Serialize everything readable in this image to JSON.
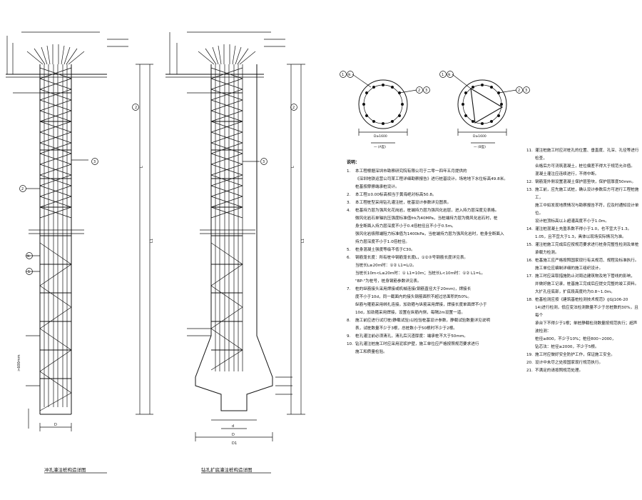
{
  "drawings": {
    "pile_a_caption": "冲孔灌注桩构造详图",
    "pile_b_caption": "钻孔扩底灌注桩构造详图",
    "labels": {
      "dim_d": "D",
      "dim_d1": "D1",
      "dim_d_small": "d",
      "tag_1": "1",
      "tag_2": "2",
      "tag_3": "3",
      "tag_n": "N",
      "tag_1n": "1N",
      "len_L": "L",
      "len_L1": "L1",
      "extend_bottom": ">600mm",
      "section_a_dim": "D≥1600",
      "section_b_dim": "D≥1600",
      "section_a_tag": "一 (A型)",
      "section_b_tag": "一 (B型)"
    }
  },
  "notes_left": {
    "title": "说明：",
    "items": [
      {
        "n": "1.",
        "t": "本工程根据深圳市勘察研究院有限公司于二零一四年五月提供的"
      },
      {
        "n": "",
        "t": "《深圳地铁运营公司某工程详细勘察报告》进行桩基设计。场地地下水位标高49.8米。"
      },
      {
        "n": "",
        "t": "桩基按摩擦端承桩设计。"
      },
      {
        "n": "2.",
        "t": "本工程±0.00标高相当于黄海绝对标高50.8。"
      },
      {
        "n": "3.",
        "t": "本工程桩型采用钻孔灌注桩，桩基设计参数详见图表。"
      },
      {
        "n": "4.",
        "t": "桩基持力层为强风化花岗岩，桩端持力层为强风化岩层，进入持力层深度见表格。"
      },
      {
        "n": "",
        "t": "微风化岩石单轴抗压强度标准值frk为40MPa，当桩端持力层为微风化岩石时，桩"
      },
      {
        "n": "",
        "t": "身全断面入持力层深度不小于0.4倍桩径且不小于0.5m。"
      },
      {
        "n": "",
        "t": "强风化岩极限端阻力标准值为1400kPa，当桩端持力层为强风化岩时，桩身全断面入"
      },
      {
        "n": "",
        "t": "持力层深度不小于1.0倍桩径。"
      },
      {
        "n": "5.",
        "t": "桩身混凝土强度等级不低于C30。"
      },
      {
        "n": "6.",
        "t": "钢筋笼长度：所有桩中钢筋笼长度L，①②③号钢筋长度详见表。"
      },
      {
        "n": "",
        "t": "当桩长L≥20m时：①② L1=L/2。"
      },
      {
        "n": "",
        "t": "当桩长10m<L≤20m时：① L1=10m；当桩长L<10m时：①② L1=L。"
      },
      {
        "n": "",
        "t": "\"BP-\"为桩号，桩身钢筋参数详见表。"
      },
      {
        "n": "7.",
        "t": "桩的纵筋接头采用焊接或机械连接(钢筋直径大于20mm)，焊接长"
      },
      {
        "n": "",
        "t": "度不小于10d，同一截面内的接头钢筋面积不超过总面积的50%。"
      },
      {
        "n": "",
        "t": "纵筋与箍筋采用绑扎连接，加劲箍与纵筋采用焊接，焊接长度单面焊不小于"
      },
      {
        "n": "",
        "t": "10d，加劲箍采用焊接，设置在纵筋内侧，每隔2m设置一道。"
      },
      {
        "n": "8.",
        "t": "施工前应进行试打桩(静载试验)以检验桩基设计参数，静载试验数量详见说明"
      },
      {
        "n": "",
        "t": "表，试桩数量不少于3根，总桩数小于50根时不少于2根。"
      },
      {
        "n": "9.",
        "t": "桩孔灌注前必须清孔，清孔后沉渣厚度：端承桩不大于50mm。"
      },
      {
        "n": "10.",
        "t": "钻孔灌注桩施工时应采用泥浆护壁，施工单位应严格按照规范要求进行"
      },
      {
        "n": "",
        "t": "施工和质量检验。"
      }
    ]
  },
  "notes_right": {
    "items": [
      {
        "n": "11.",
        "t": "灌注桩施工时应对桩孔的位置、垂直度、孔深、孔径等进行检查，"
      },
      {
        "n": "",
        "t": "合格后方可浇筑混凝土，桩位偏差不得大于规范允许值。"
      },
      {
        "n": "",
        "t": "混凝土灌注应连续进行，不得中断。"
      },
      {
        "n": "12.",
        "t": "钢筋笼外侧设置混凝土保护层垫块，保护层厚度50mm。"
      },
      {
        "n": "13.",
        "t": "施工前，应先施工试桩，确认设计参数后方可进行工程桩施工，"
      },
      {
        "n": "",
        "t": "施工中如发现地质情况与勘察报告不符，应及时通知设计单位。"
      },
      {
        "n": "",
        "t": "设计桩顶标高以上超灌高度不小于1.0m。"
      },
      {
        "n": "14.",
        "t": "灌注桩混凝土充盈系数不得小于1.0，也不宜大于1.3。"
      },
      {
        "n": "",
        "t": "1.05，且不宜大于1.3，具体以现场实际情况为准。"
      },
      {
        "n": "15.",
        "t": "灌注桩施工完成后应按规范要求进行桩身完整性检测及单桩承载力检测。"
      },
      {
        "n": "16.",
        "t": "桩基施工应严格按照国家现行有关规范、规程及标准执行。"
      },
      {
        "n": "",
        "t": "施工单位应编制详细的施工组织设计。"
      },
      {
        "n": "17.",
        "t": "施工时应采取措施防止对周边建筑物及地下管线的影响，"
      },
      {
        "n": "",
        "t": "并做好施工记录，桩基施工完成后应提交完整的竣工资料。"
      },
      {
        "n": "",
        "t": "大扩孔径底部，扩底段高度约为0.8~1.0m。"
      },
      {
        "n": "18.",
        "t": "桩基检测应按《建筑基桩检测技术规范》(JGJ106-20"
      },
      {
        "n": "",
        "t": "14)进行检测，低应变法检测数量不少于总桩数的30%，且每个"
      },
      {
        "n": "",
        "t": "承台下不得少于1根；单桩静载检测数量按规范执行；超声波检测："
      },
      {
        "n": "",
        "t": "桩径≥800，不少于10%；桩径800~2000，"
      },
      {
        "n": "",
        "t": "钻芯法：桩径≥2000，不少于5根。"
      },
      {
        "n": "19.",
        "t": "施工时应做好安全防护工作，保证施工安全。"
      },
      {
        "n": "20.",
        "t": "设计中未尽之处按国家现行规范执行。"
      },
      {
        "n": "21.",
        "t": "不满足的请按照规范处理。"
      }
    ]
  }
}
